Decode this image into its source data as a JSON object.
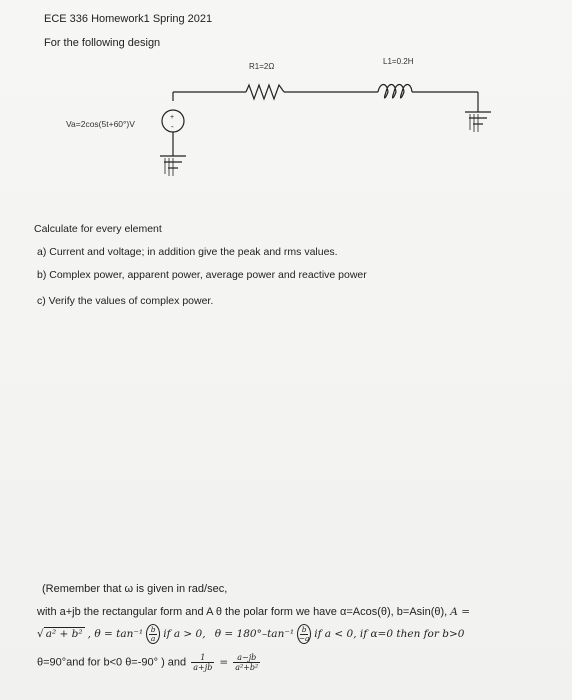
{
  "header": {
    "title": "ECE 336   Homework1 Spring 2021",
    "subtitle": "For the following design"
  },
  "circuit": {
    "resistor_label": "R1=2Ω",
    "inductor_label": "L1=0.2H",
    "source_label": "Va=2cos(5t+60°)V",
    "source_plus": "+",
    "source_minus": "-"
  },
  "questions": {
    "intro": "Calculate for every element",
    "a": "a) Current and voltage; in addition give the peak and rms values.",
    "b": "b) Complex power, apparent power, average power and reactive power",
    "c": "c) Verify the values of complex power."
  },
  "remember": {
    "line1": "(Remember that ω is given in rad/sec,",
    "line2_text": "with a+jb the rectangular form and A  θ the polar form we have α=Acos(θ), b=Asin(θ),",
    "line2_math": "A =",
    "line3_sqrt": "a² + b²",
    "line3_theta1": ", θ = tan⁻¹",
    "line3_cond1": "if a > 0,",
    "line3_theta2": "θ = 180°–tan⁻¹",
    "line3_cond2": "if a < 0, if α=0 then for b>0",
    "line4_text": "θ=90°and for b<0 θ=-90° ) and",
    "frac1_num": "1",
    "frac1_den": "a+jb",
    "equals": "=",
    "frac2_num": "a−jb",
    "frac2_den": "a²+b²",
    "paren1_num": "b",
    "paren1_den": "a",
    "paren2_num": "b",
    "paren2_den": "−a"
  }
}
